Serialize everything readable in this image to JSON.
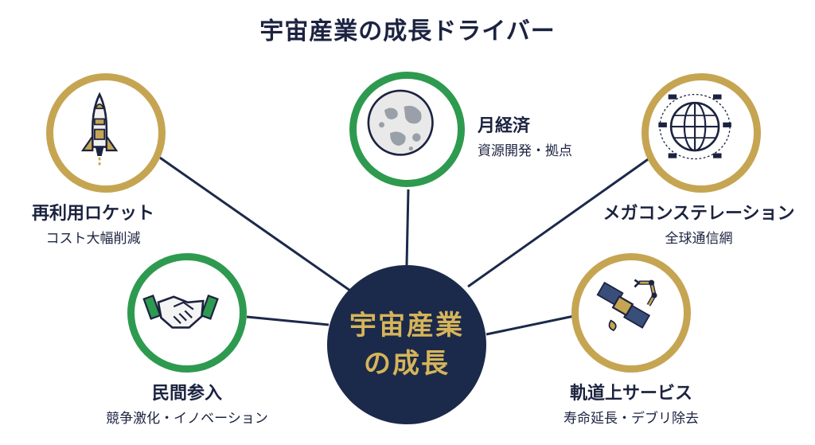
{
  "title": "宇宙産業の成長ドライバー",
  "center": {
    "line1": "宇宙産業",
    "line2": "の成長"
  },
  "nodes": {
    "rocket": {
      "title": "再利用ロケット",
      "subtitle": "コスト大幅削減",
      "icon": "rocket-icon"
    },
    "moon": {
      "title": "月経済",
      "subtitle": "資源開発・拠点",
      "icon": "moon-icon"
    },
    "mega": {
      "title": "メガコンステレーション",
      "subtitle": "全球通信網",
      "icon": "globe-satellites-icon"
    },
    "private": {
      "title": "民間参入",
      "subtitle": "競争激化・イノベーション",
      "icon": "handshake-icon"
    },
    "orbital": {
      "title": "軌道上サービス",
      "subtitle": "寿命延長・デブリ除去",
      "icon": "satellite-robot-arm-icon"
    }
  },
  "colors": {
    "navy": "#1b2a4a",
    "gold": "#c6a552",
    "green": "#2e9a4f",
    "hub_text": "#d6b45a"
  }
}
